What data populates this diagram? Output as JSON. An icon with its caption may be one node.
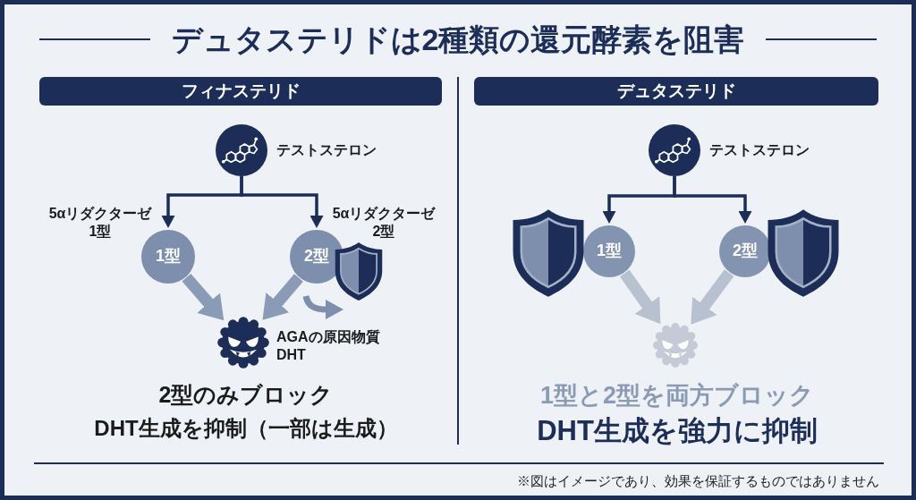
{
  "diagram": {
    "title": "デュタステリドは2種類の還元酵素を阻害",
    "nodes": [
      {
        "text": [
          "フィナステリド"
        ]
      },
      {
        "text": [],
        "shape": "circle",
        "beside": [
          "テストステロン"
        ]
      },
      {
        "text": [
          "1型"
        ],
        "beside": [
          "5αリダクターゼ1型"
        ]
      },
      {
        "text": [
          "2型"
        ],
        "beside": [
          "5αリダクターゼ2型"
        ]
      },
      {
        "text": [],
        "shape": "picture",
        "beside": [
          "AGAの原因物質DHT"
        ]
      },
      {
        "text": [
          "デュタステリド"
        ]
      },
      {
        "text": [],
        "shape": "circle",
        "beside": [
          "テストステロン"
        ]
      },
      {
        "text": [
          "1型"
        ]
      },
      {
        "text": [
          "2型"
        ]
      },
      {
        "text": [],
        "shape": "picture"
      }
    ],
    "edges": [
      {
        "from": 1,
        "to": 2,
        "arrow": "to"
      },
      {
        "from": 1,
        "to": 3,
        "arrow": "to"
      },
      {
        "from": 2,
        "to": 4,
        "arrow": "to",
        "style": "thick",
        "color": "#8a9bb6"
      },
      {
        "from": 3,
        "to": 4,
        "arrow": "to",
        "style": "thick",
        "color": "#8a9bb6"
      },
      {
        "from": 6,
        "to": 7,
        "arrow": "to"
      },
      {
        "from": 6,
        "to": 8,
        "arrow": "to"
      },
      {
        "from": 7,
        "to": 9,
        "arrow": "to",
        "style": "thick",
        "color": "#b7c1d0"
      },
      {
        "from": 8,
        "to": 9,
        "arrow": "to",
        "style": "thick",
        "color": "#b7c1d0"
      }
    ],
    "labels": [
      "2型のみブロック",
      "DHT生成を抑制（一部は生成）",
      "1型と2型を両方ブロック",
      "DHT生成を強力に抑制",
      "※図はイメージであり、効果を保証するものではありません"
    ]
  }
}
